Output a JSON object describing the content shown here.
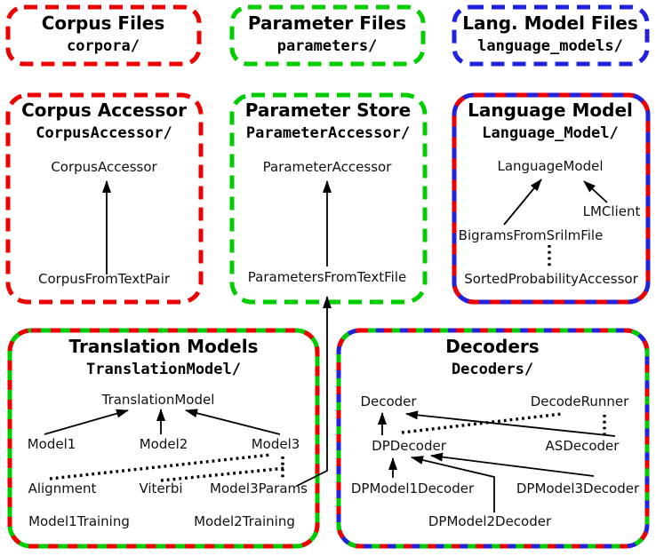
{
  "colors": {
    "red": "#ee0000",
    "green": "#00cd00",
    "blue": "#2222dd",
    "line": "#000000"
  },
  "modules": {
    "corpus_files": {
      "title": "Corpus Files",
      "dir": "corpora/",
      "border": [
        "red"
      ]
    },
    "parameter_files": {
      "title": "Parameter Files",
      "dir": "parameters/",
      "border": [
        "green"
      ]
    },
    "lang_model_files": {
      "title": "Lang. Model Files",
      "dir": "language_models/",
      "border": [
        "blue"
      ]
    },
    "corpus_accessor": {
      "title": "Corpus Accessor",
      "dir": "CorpusAccessor/",
      "border": [
        "red"
      ]
    },
    "parameter_store": {
      "title": "Parameter Store",
      "dir": "ParameterAccessor/",
      "border": [
        "green"
      ]
    },
    "language_model": {
      "title": "Language Model",
      "dir": "Language_Model/",
      "border": [
        "red",
        "blue"
      ]
    },
    "translation_models": {
      "title": "Translation Models",
      "dir": "TranslationModel/",
      "border": [
        "red",
        "green"
      ]
    },
    "decoders": {
      "title": "Decoders",
      "dir": "Decoders/",
      "border": [
        "red",
        "green",
        "blue"
      ]
    }
  },
  "classes": {
    "corpus_accessor": "CorpusAccessor",
    "corpus_from_text_pair": "CorpusFromTextPair",
    "parameter_accessor": "ParameterAccessor",
    "parameters_from_text_file": "ParametersFromTextFile",
    "language_model": "LanguageModel",
    "lm_client": "LMClient",
    "bigrams_from_srilm_file": "BigramsFromSrilmFile",
    "sorted_probability_accessor": "SortedProbabilityAccessor",
    "translation_model": "TranslationModel",
    "model1": "Model1",
    "model2": "Model2",
    "model3": "Model3",
    "alignment": "Alignment",
    "viterbi": "Viterbi",
    "model3params": "Model3Params",
    "model1training": "Model1Training",
    "model2training": "Model2Training",
    "decoder": "Decoder",
    "decode_runner": "DecodeRunner",
    "dp_decoder": "DPDecoder",
    "as_decoder": "ASDecoder",
    "dp_model1_decoder": "DPModel1Decoder",
    "dp_model3_decoder": "DPModel3Decoder",
    "dp_model2_decoder": "DPModel2Decoder"
  },
  "edges": [
    {
      "from": "CorpusFromTextPair",
      "to": "CorpusAccessor",
      "style": "solid-arrow"
    },
    {
      "from": "ParametersFromTextFile",
      "to": "ParameterAccessor",
      "style": "solid-arrow"
    },
    {
      "from": "Model3Params",
      "to": "ParametersFromTextFile",
      "style": "solid-arrow"
    },
    {
      "from": "BigramsFromSrilmFile",
      "to": "LanguageModel",
      "style": "solid-arrow"
    },
    {
      "from": "LMClient",
      "to": "LanguageModel",
      "style": "solid-arrow"
    },
    {
      "from": "BigramsFromSrilmFile",
      "to": "SortedProbabilityAccessor",
      "style": "dotted"
    },
    {
      "from": "Model1",
      "to": "TranslationModel",
      "style": "solid-arrow"
    },
    {
      "from": "Model2",
      "to": "TranslationModel",
      "style": "solid-arrow"
    },
    {
      "from": "Model3",
      "to": "TranslationModel",
      "style": "solid-arrow"
    },
    {
      "from": "Alignment",
      "to": "Model3",
      "style": "dotted"
    },
    {
      "from": "Viterbi",
      "to": "Model3",
      "style": "dotted"
    },
    {
      "from": "Model3",
      "to": "Model3Params",
      "style": "dotted"
    },
    {
      "from": "DPDecoder",
      "to": "Decoder",
      "style": "solid-arrow"
    },
    {
      "from": "ASDecoder",
      "to": "Decoder",
      "style": "solid-arrow"
    },
    {
      "from": "DPDecoder",
      "to": "DecodeRunner",
      "style": "dotted"
    },
    {
      "from": "DecodeRunner",
      "to": "ASDecoder",
      "style": "dotted"
    },
    {
      "from": "DPModel1Decoder",
      "to": "DPDecoder",
      "style": "solid-arrow"
    },
    {
      "from": "DPModel2Decoder",
      "to": "DPDecoder",
      "style": "solid-arrow"
    },
    {
      "from": "DPModel3Decoder",
      "to": "DPDecoder",
      "style": "solid-arrow"
    }
  ]
}
